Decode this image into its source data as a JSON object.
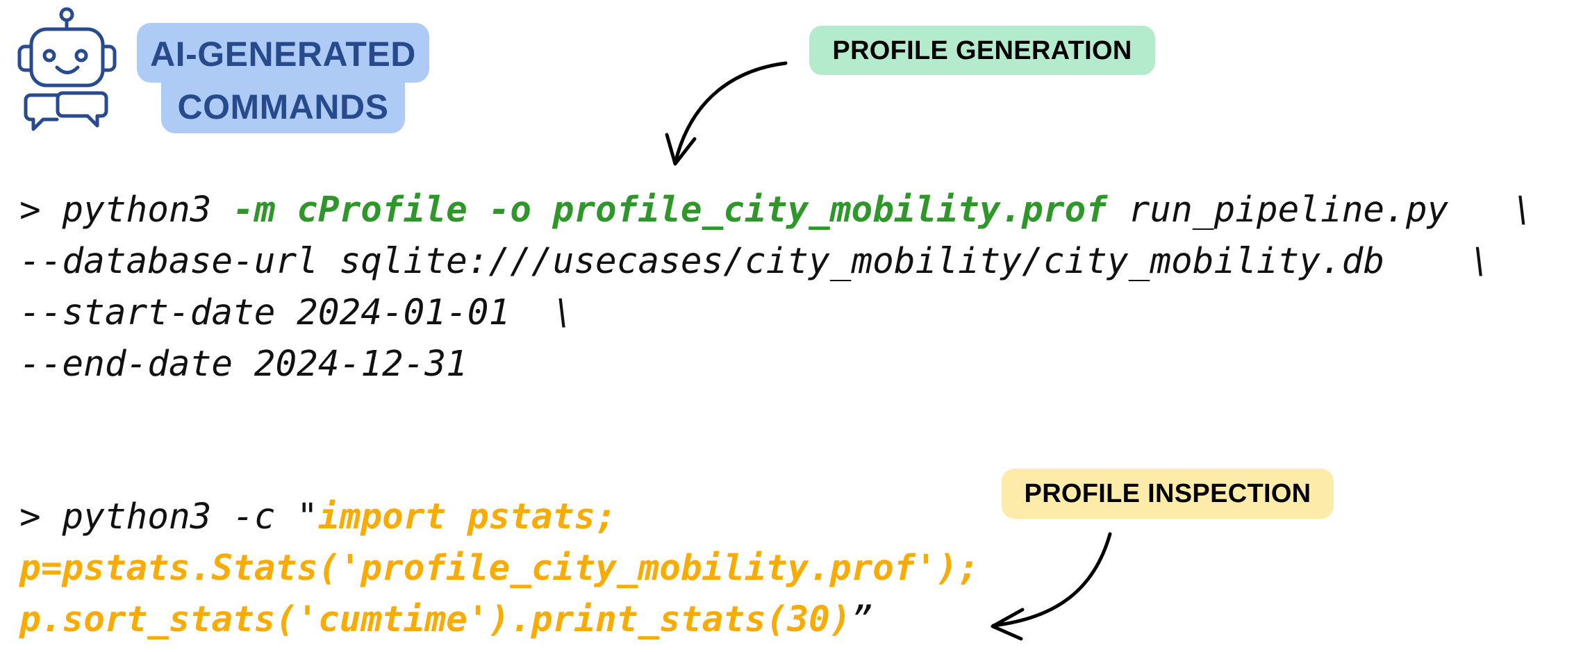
{
  "header": {
    "icon": "robot-chat-icon",
    "label_lines": [
      "AI-GENERATED",
      "COMMANDS"
    ]
  },
  "annotations": {
    "profile_generation": "PROFILE GENERATION",
    "profile_inspection": "PROFILE INSPECTION"
  },
  "colors": {
    "icon_blue": "#284B8F",
    "label_bg": "#AECBF5",
    "label_text": "#264A8C",
    "generation_badge_bg": "#B4EBCD",
    "inspection_badge_bg": "#FDEBA9",
    "green_highlight": "#2F972A",
    "orange_highlight": "#F9AB00"
  },
  "command_generation": {
    "lines": [
      {
        "prompt": "> ",
        "pre": "python3 ",
        "highlight": "-m cProfile -o profile_city_mobility.prof",
        "post": " run_pipeline.py   \\"
      },
      {
        "prompt": "",
        "pre": "--database-url sqlite:///usecases/city_mobility/city_mobility.db    \\",
        "highlight": "",
        "post": ""
      },
      {
        "prompt": "",
        "pre": "--start-date 2024-01-01  \\",
        "highlight": "",
        "post": ""
      },
      {
        "prompt": "",
        "pre": "--end-date 2024-12-31",
        "highlight": "",
        "post": ""
      }
    ]
  },
  "command_inspection": {
    "lines": [
      {
        "prompt": "> ",
        "pre": "python3 -c \"",
        "highlight": "import pstats;",
        "post": ""
      },
      {
        "prompt": "",
        "pre": "",
        "highlight": "p=pstats.Stats('profile_city_mobility.prof');",
        "post": ""
      },
      {
        "prompt": "",
        "pre": "",
        "highlight": "p.sort_stats('cumtime').print_stats(30)",
        "post": "”"
      }
    ]
  }
}
